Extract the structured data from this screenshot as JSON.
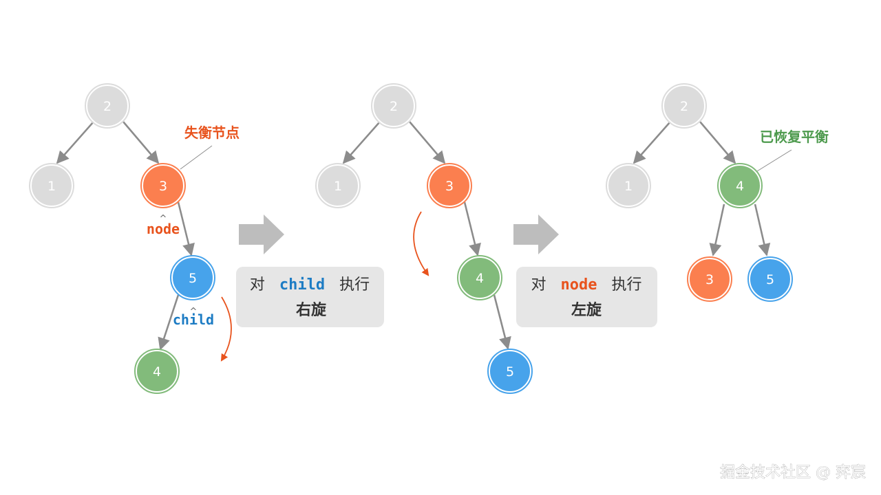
{
  "colors": {
    "gray": "#dcdcdc",
    "orange": "#fb7f4f",
    "blue": "#47a3eb",
    "green": "#82bb7b",
    "edge": "#8c8c8c",
    "annot_orange": "#e8531d",
    "annot_green": "#4d9a4d",
    "code_blue": "#1d7cc4",
    "step_arrow": "#bdbdbd",
    "caption_box": "#e6e6e6"
  },
  "panels": [
    {
      "nodes": {
        "n2": "2",
        "n1": "1",
        "n3": "3",
        "n5": "5",
        "n4": "4"
      },
      "callout": "失衡节点",
      "node_label": "node",
      "child_label": "child"
    },
    {
      "nodes": {
        "n2": "2",
        "n1": "1",
        "n3": "3",
        "n4": "4",
        "n5": "5"
      }
    },
    {
      "nodes": {
        "n2": "2",
        "n1": "1",
        "n4": "4",
        "n3": "3",
        "n5": "5"
      },
      "callout": "已恢复平衡"
    }
  ],
  "steps": [
    {
      "prefix": "对",
      "code": "child",
      "suffix": "执行",
      "action": "右旋",
      "icon": "arrow-right-icon"
    },
    {
      "prefix": "对",
      "code": "node",
      "suffix": "执行",
      "action": "左旋",
      "icon": "arrow-right-icon"
    }
  ],
  "watermark": "掘金技术社区 @ 弈宸"
}
